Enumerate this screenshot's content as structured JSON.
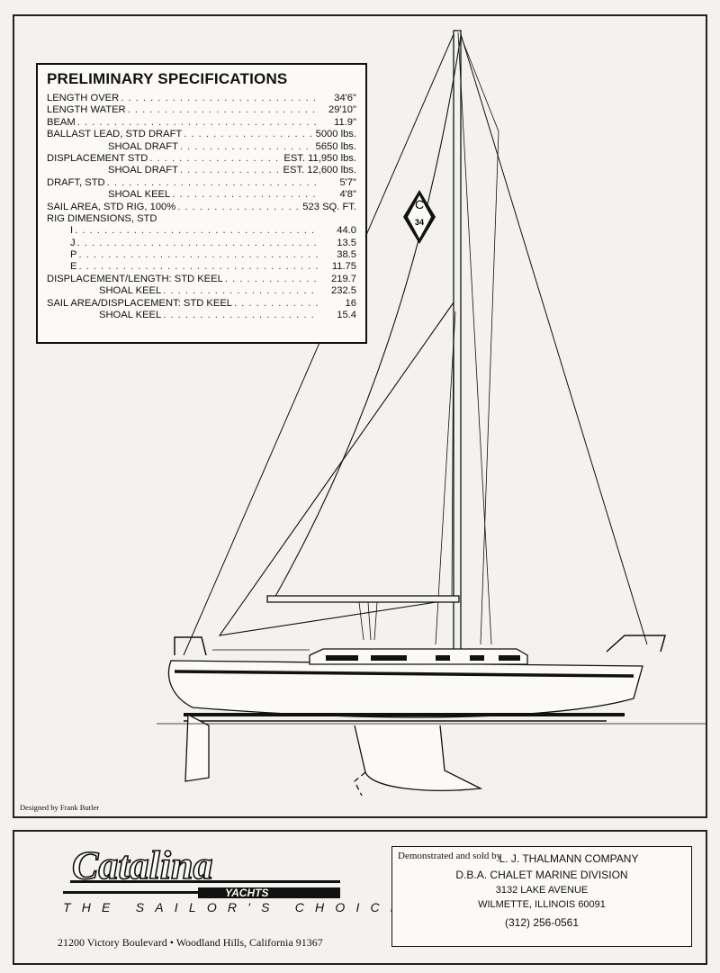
{
  "specs": {
    "title": "PRELIMINARY SPECIFICATIONS",
    "rows": [
      {
        "label": "LENGTH OVER",
        "value": "34'6\""
      },
      {
        "label": "LENGTH WATER",
        "value": "29'10\""
      },
      {
        "label": "BEAM",
        "value": "11.9\""
      },
      {
        "label": "BALLAST LEAD, STD DRAFT",
        "value": "5000 lbs."
      },
      {
        "label": "SHOAL DRAFT",
        "value": "5650 lbs."
      },
      {
        "label": "DISPLACEMENT STD",
        "value": "EST. 11,950 lbs."
      },
      {
        "label": "SHOAL DRAFT",
        "value": "EST. 12,600 lbs."
      },
      {
        "label": "DRAFT, STD",
        "value": "5'7\""
      },
      {
        "label": "SHOAL KEEL",
        "value": "4'8\""
      },
      {
        "label": "SAIL AREA, STD RIG, 100%",
        "value": "523 SQ. FT."
      },
      {
        "label": "RIG DIMENSIONS, STD",
        "value": ""
      },
      {
        "label": "I",
        "value": "44.0"
      },
      {
        "label": "J",
        "value": "13.5"
      },
      {
        "label": "P",
        "value": "38.5"
      },
      {
        "label": "E",
        "value": "11.75"
      },
      {
        "label": "DISPLACEMENT/LENGTH:  STD KEEL",
        "value": "219.7"
      },
      {
        "label": "SHOAL KEEL",
        "value": "232.5"
      },
      {
        "label": "SAIL AREA/DISPLACEMENT:  STD KEEL",
        "value": "16"
      },
      {
        "label": "SHOAL KEEL",
        "value": "15.4"
      }
    ]
  },
  "sail_insignia": {
    "letter": "C",
    "number": "34"
  },
  "designer_credit": "Designed by Frank Butler",
  "brand": {
    "logo_word": "Catalina",
    "logo_sub": "YACHTS",
    "tagline": "THE SAILOR'S CHOICE",
    "address": "21200 Victory Boulevard  •  Woodland Hills, California 91367"
  },
  "dealer": {
    "prefix": "Demonstrated and sold by",
    "name": "L. J. THALMANN COMPANY",
    "division": "D.B.A. CHALET MARINE DIVISION",
    "street": "3132 LAKE AVENUE",
    "city": "WILMETTE, ILLINOIS 60091",
    "phone": "(312) 256-0561"
  }
}
